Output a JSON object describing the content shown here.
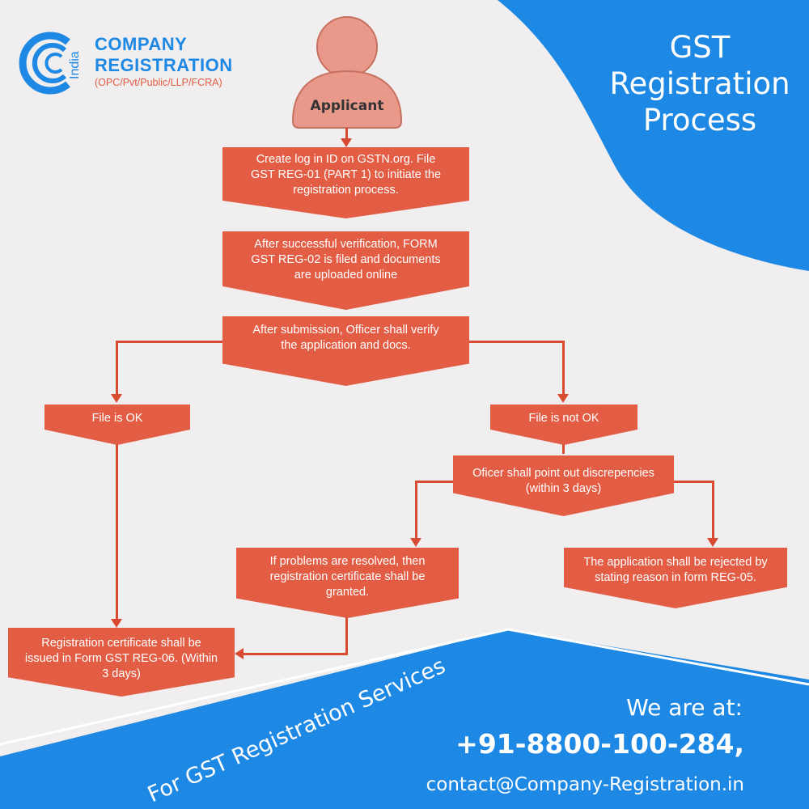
{
  "logo": {
    "top": "COMPANY",
    "bottom": "REGISTRATION",
    "side": "India",
    "sub": "(OPC/Pvt/Public/LLP/FCRA)"
  },
  "title": {
    "line1": "GST",
    "line2": "Registration",
    "line3": "Process"
  },
  "applicant_label": "Applicant",
  "steps": {
    "step1": [
      "Create log in ID on GSTN.org. File",
      "GST REG-01 (PART 1) to initiate the",
      "registration process."
    ],
    "step2": [
      "After successful verification, FORM",
      "GST REG-02 is filed and documents",
      "are uploaded online"
    ],
    "step3": [
      "After submission, Officer shall verify",
      "the application and docs."
    ],
    "file_ok": "File is OK",
    "file_not_ok": "File is not OK",
    "discrepancies": [
      "Oficer shall point out discrepencies",
      "(within 3 days)"
    ],
    "resolved": [
      "If problems are resolved, then",
      "registration certificate shall be",
      "granted."
    ],
    "rejected": [
      "The application shall be rejected by",
      "stating reason in form REG-05."
    ],
    "issued": [
      "Registration certificate shall be",
      "issued in Form GST REG-06. (Within",
      "3 days)"
    ]
  },
  "footer": {
    "banner": "For GST Registration Services",
    "we_are_at": "We are at:",
    "phone": "+91-8800-100-284",
    "phone_suffix": ",",
    "email": "contact@Company-Registration.in"
  },
  "colors": {
    "background": "#f0eeee",
    "blue": "#1e88e5",
    "box": "#e35d45",
    "arrow": "#d94a33",
    "person": "#e8998a"
  }
}
